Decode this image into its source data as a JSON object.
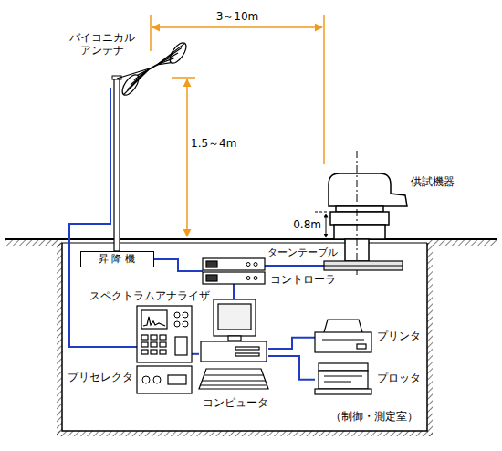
{
  "diagram": {
    "nodes": [
      {
        "text": [
          "昇 降 機"
        ]
      },
      {
        "text": [
          "ターンテーブル"
        ]
      },
      {
        "text": [
          "コントローラ"
        ]
      },
      {
        "text": [
          "スペクトラムアナライザ",
          "プリセレクタ"
        ]
      },
      {
        "text": [
          "コンピュータ"
        ]
      },
      {
        "text": [
          "プリンタ"
        ]
      },
      {
        "text": [
          "プロッタ"
        ]
      }
    ],
    "edges": [
      {
        "from": 0,
        "to": 2,
        "arrow": "none"
      },
      {
        "from": 2,
        "to": 1,
        "arrow": "none"
      },
      {
        "from": 2,
        "to": 4,
        "arrow": "none"
      },
      {
        "from": 3,
        "to": 4,
        "arrow": "none"
      },
      {
        "from": 4,
        "to": 5,
        "arrow": "none"
      },
      {
        "from": 4,
        "to": 6,
        "arrow": "none"
      }
    ],
    "labels": [
      "バイコニカル アンテナ",
      "3～10m",
      "1.5～4m",
      "供試機器",
      "0.8m",
      "（制御・測定室）"
    ]
  }
}
